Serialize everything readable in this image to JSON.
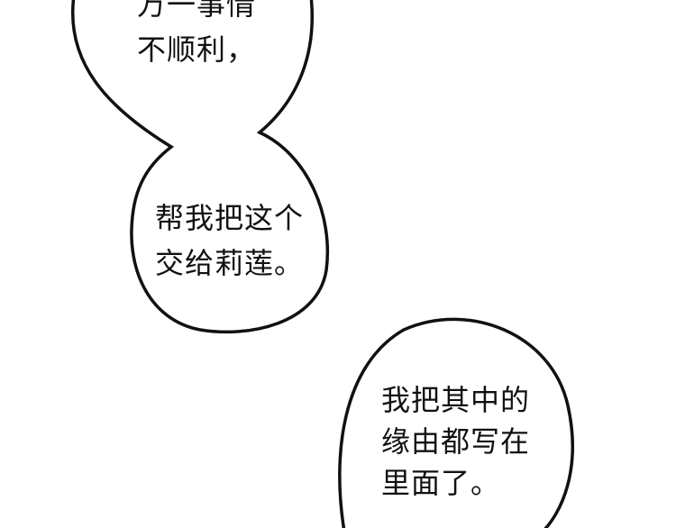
{
  "bubbles": [
    {
      "lines": [
        "万一事情",
        "不顺利，"
      ]
    },
    {
      "lines": [
        "帮我把这个",
        "交给莉莲。"
      ]
    },
    {
      "lines": [
        "我把其中的",
        "缘由都写在",
        "里面了。"
      ]
    }
  ],
  "colors": {
    "ink": "#111111",
    "background": "#ffffff"
  }
}
